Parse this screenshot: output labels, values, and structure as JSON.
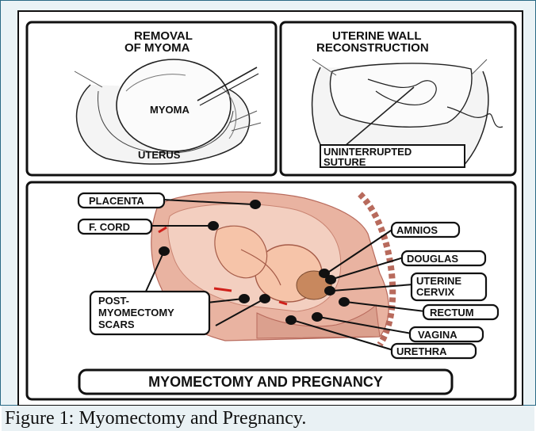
{
  "panels": {
    "myoma": {
      "title_line1": "REMOVAL",
      "title_line2": "OF MYOMA",
      "myoma_label": "MYOMA",
      "uterus_label": "UTERUS"
    },
    "reconstruction": {
      "title_line1": "UTERINE WALL",
      "title_line2": "RECONSTRUCTION",
      "suture_line1": "UNINTERRUPTED",
      "suture_line2": "SUTURE"
    },
    "pregnancy": {
      "labels": {
        "placenta": "PLACENTA",
        "cord": "F. CORD",
        "amnios": "AMNIOS",
        "douglas": "DOUGLAS",
        "cervix_line1": "UTERINE",
        "cervix_line2": "CERVIX",
        "rectum": "RECTUM",
        "vagina": "VAGINA",
        "urethra": "URETHRA",
        "scars_line1": "POST-",
        "scars_line2": "MYOMECTOMY",
        "scars_line3": "SCARS"
      },
      "banner": "MYOMECTOMY AND PREGNANCY"
    }
  },
  "caption": "Figure 1: Myomectomy and Pregnancy.",
  "colors": {
    "frame_border": "#2a6a85",
    "frame_bg": "#eaf3f6",
    "tissue": "#e9b3a1",
    "tissue_dark": "#b86a5c",
    "scar": "#d0201a"
  }
}
